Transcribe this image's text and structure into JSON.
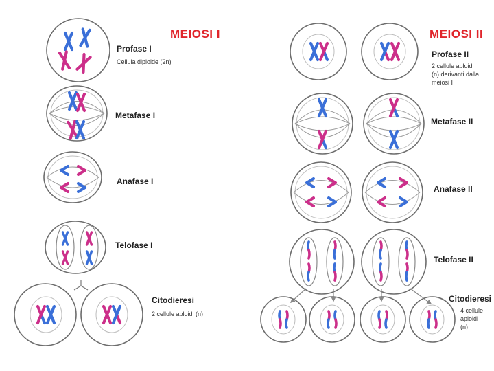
{
  "colors": {
    "title_red": "#e0252b",
    "chromosome_blue": "#3a6fd8",
    "chromosome_magenta": "#cc2f8a",
    "cell_outline": "#6d6d6d",
    "spindle": "#9a9a9a"
  },
  "meiosis1": {
    "title": "MEIOSI I",
    "profase": {
      "label": "Profase I",
      "note": "Cellula diploide (2n)"
    },
    "metafase": {
      "label": "Metafase I"
    },
    "anafase": {
      "label": "Anafase I"
    },
    "telofase": {
      "label": "Telofase I"
    },
    "citodieresi": {
      "label": "Citodieresi",
      "note": "2 cellule aploidi (n)"
    }
  },
  "meiosis2": {
    "title": "MEIOSI II",
    "profase": {
      "label": "Profase II",
      "note_lines": [
        "2 cellule aploidi",
        "(n) derivanti dalla",
        "meiosi I"
      ]
    },
    "metafase": {
      "label": "Metafase II"
    },
    "anafase": {
      "label": "Anafase II"
    },
    "telofase": {
      "label": "Telofase II"
    },
    "citodieresi": {
      "label": "Citodieresi",
      "note_lines": [
        "4 cellule",
        "aploidi",
        "(n)"
      ]
    }
  }
}
